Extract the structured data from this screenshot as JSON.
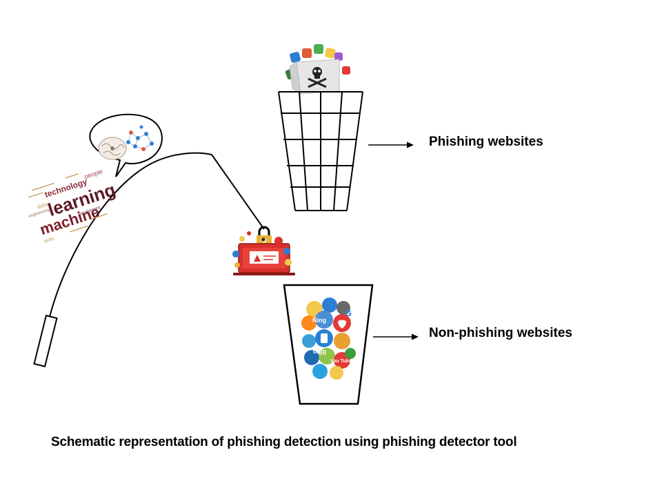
{
  "labels": {
    "phishing": "Phishing websites",
    "non_phishing": "Non-phishing websites"
  },
  "caption": "Schematic representation of phishing detection using phishing detector tool",
  "word_cloud": {
    "words": [
      "machine",
      "learning",
      "technology",
      "people",
      "data",
      "equipment",
      "skills",
      "engineering"
    ]
  },
  "non_phishing_icons": [
    "Ning",
    "digg",
    "You Tube",
    "G"
  ],
  "colors": {
    "line": "#000000",
    "word_cloud_primary": "#7a1f2b",
    "word_cloud_secondary": "#c8a060",
    "warning_red": "#d9302c",
    "icon_blue": "#2a7fd4"
  }
}
